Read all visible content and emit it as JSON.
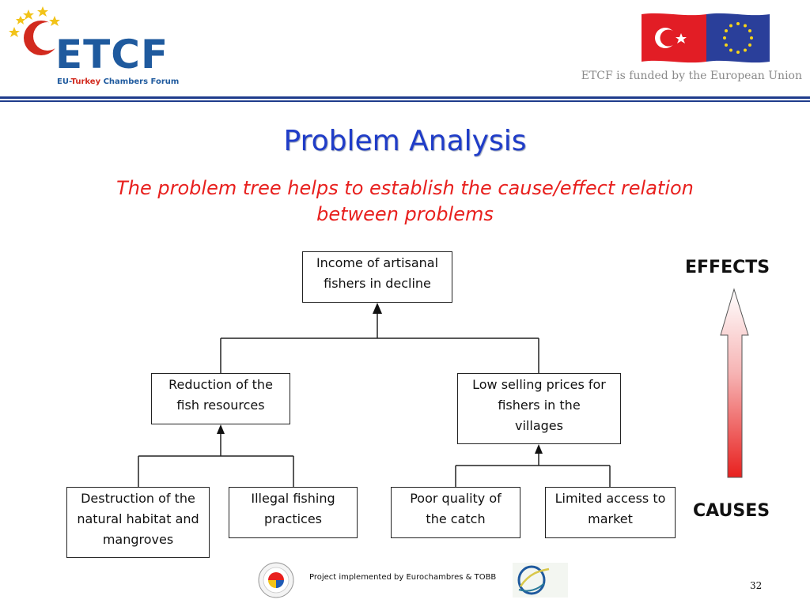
{
  "header": {
    "logo_text": "ETCF",
    "logo_sub_part1": "EU-",
    "logo_sub_part2": "Turkey",
    "logo_sub_part3": " Chambers Forum",
    "funded_text": "ETCF is funded by the European Union"
  },
  "slide": {
    "title": "Problem Analysis",
    "subtitle": "The problem tree helps to establish the cause/effect relation between problems"
  },
  "tree": {
    "root": "Income of artisanal\nfishers in decline",
    "branch_left": "Reduction of the\nfish resources",
    "branch_right": "Low selling prices for\nfishers in the\nvillages",
    "leaf_1": "Destruction of the\nnatural habitat and\nmangroves",
    "leaf_2": "Illegal fishing\npractices",
    "leaf_3": "Poor quality of\nthe catch",
    "leaf_4": "Limited access to\nmarket"
  },
  "legend": {
    "effects": "EFFECTS",
    "causes": "CAUSES"
  },
  "footer": {
    "text": "Project implemented by Eurochambres & TOBB",
    "page_number": "32"
  },
  "colors": {
    "brand_blue": "#1f5a9e",
    "title_blue": "#1f3cc8",
    "subtitle_red": "#e8201e",
    "arrow_red": "#e8201e"
  }
}
